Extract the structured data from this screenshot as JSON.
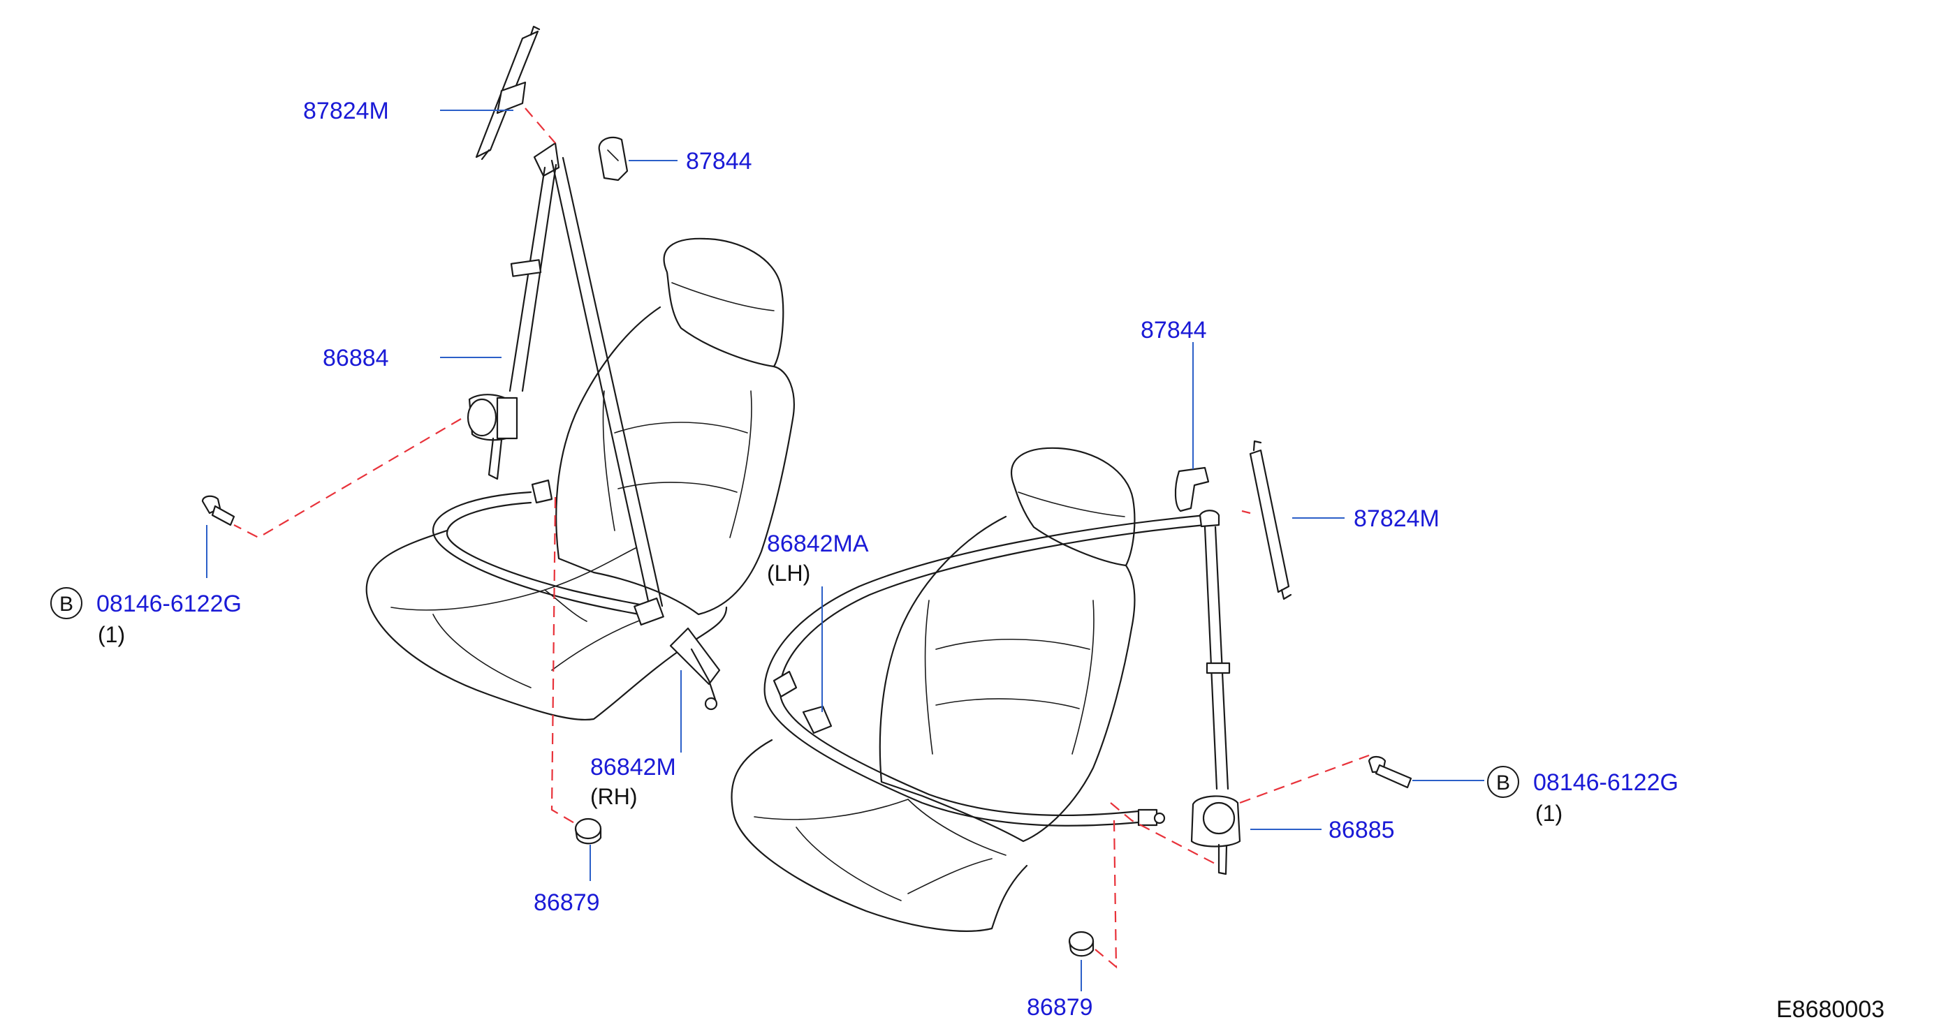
{
  "labels": {
    "upper_adjuster_left": "87824M",
    "cover_left": "87844",
    "belt_rh": "86884",
    "bolt_left": "08146-6122G",
    "bolt_left_qty": "(1)",
    "bolt_left_mark": "B",
    "buckle_rh": "86842M",
    "buckle_rh_side": "(RH)",
    "cap_left": "86879",
    "buckle_lh": "86842MA",
    "buckle_lh_side": "(LH)",
    "cover_right": "87844",
    "upper_adjuster_right": "87824M",
    "bolt_right": "08146-6122G",
    "bolt_right_qty": "(1)",
    "bolt_right_mark": "B",
    "belt_lh": "86885",
    "cap_right": "86879",
    "diagram_code": "E8680003"
  },
  "colors": {
    "part_number": "#1a1ad6",
    "leader": "#2b5fc8",
    "dashed_link": "#e8323a",
    "drawing": "#1a1a1a"
  }
}
